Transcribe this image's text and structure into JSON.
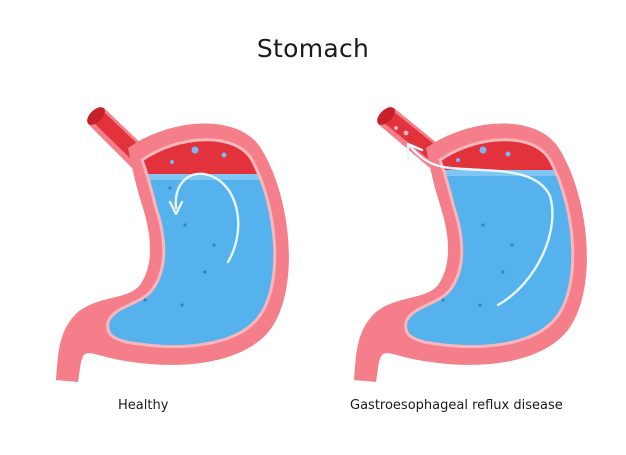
{
  "title": "Stomach",
  "panels": [
    {
      "label": "Healthy",
      "condition": "healthy"
    },
    {
      "label": "Gastroesophageal reflux disease",
      "condition": "reflux"
    }
  ],
  "colors": {
    "wall": "#f47f8a",
    "wall_inner": "#f9a9b0",
    "acid": "#56b2ec",
    "acid_dark": "#3e9fdf",
    "gas": "#e2323c",
    "esophagus": "#e2323c",
    "arrow": "#e9f6ff"
  }
}
